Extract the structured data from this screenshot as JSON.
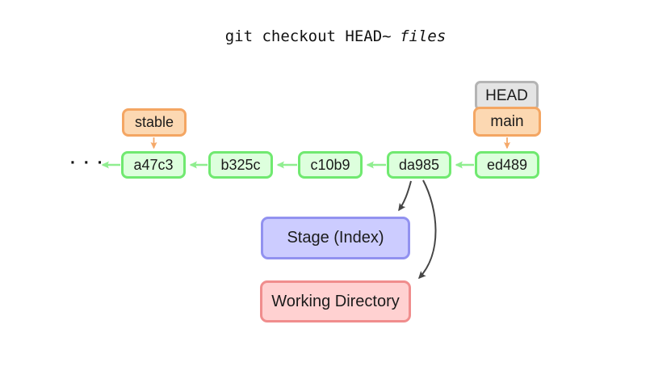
{
  "title": {
    "command": "git checkout HEAD~",
    "argument": "files"
  },
  "ellipsis": "· · ·",
  "commits": [
    "a47c3",
    "b325c",
    "c10b9",
    "da985",
    "ed489"
  ],
  "refs": {
    "head": "HEAD",
    "main": "main",
    "stable": "stable"
  },
  "areas": {
    "stage": "Stage (Index)",
    "working_directory": "Working Directory"
  },
  "edges": [
    {
      "from": "ed489",
      "to": "da985",
      "type": "parent"
    },
    {
      "from": "da985",
      "to": "c10b9",
      "type": "parent"
    },
    {
      "from": "c10b9",
      "to": "b325c",
      "type": "parent"
    },
    {
      "from": "b325c",
      "to": "a47c3",
      "type": "parent"
    },
    {
      "from": "a47c3",
      "to": "older-history",
      "type": "parent"
    },
    {
      "from": "stable",
      "to": "a47c3",
      "type": "ref-pointer"
    },
    {
      "from": "main",
      "to": "ed489",
      "type": "ref-pointer"
    },
    {
      "from": "da985",
      "to": "Stage (Index)",
      "type": "checkout-copy"
    },
    {
      "from": "da985",
      "to": "Working Directory",
      "type": "checkout-copy"
    }
  ],
  "colors": {
    "commit_fill": "#ddffdd",
    "commit_border": "#70e970",
    "commit_arrow": "#90ee90",
    "ref_fill": "#fcd8b2",
    "ref_border": "#f4a663",
    "ref_arrow": "#f5a96a",
    "head_fill": "#e4e4e4",
    "head_border": "#b4b4b4",
    "stage_fill": "#ccccff",
    "stage_border": "#9292f0",
    "working_fill": "#ffd1d1",
    "working_border": "#f08d8d",
    "flow_arrow": "#454545",
    "text": "#1b1b1b",
    "background": "#ffffff"
  }
}
